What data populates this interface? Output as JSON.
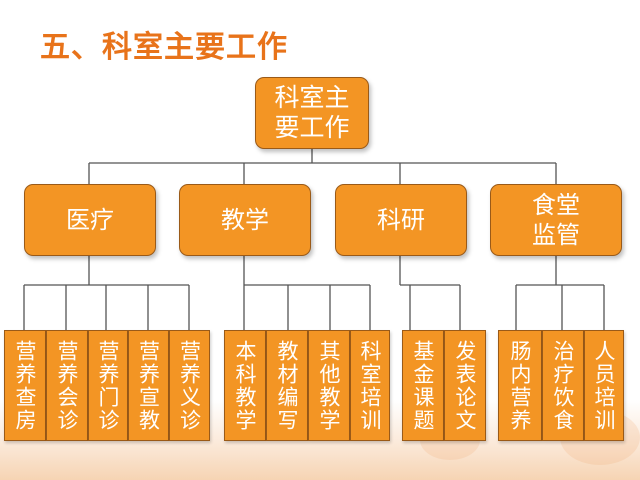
{
  "title": "五、科室主要工作",
  "root": {
    "line1": "科室主",
    "line2": "要工作"
  },
  "branches": [
    {
      "line1": "医疗",
      "line2": ""
    },
    {
      "line1": "教学",
      "line2": ""
    },
    {
      "line1": "科研",
      "line2": ""
    },
    {
      "line1": "食堂",
      "line2": "监管"
    }
  ],
  "leaves": {
    "medical": [
      "营养查房",
      "营养会诊",
      "营养门诊",
      "营养宣教",
      "营养义诊"
    ],
    "teaching": [
      "本科教学",
      "教材编写",
      "其他教学",
      "科室培训"
    ],
    "research": [
      "基金课题",
      "发表论文"
    ],
    "canteen": [
      "肠内营养",
      "治疗饮食",
      "人员培训"
    ]
  },
  "colors": {
    "title": "#e8731a",
    "box_fill": "#f39524",
    "box_border": "#9a5a18",
    "connector": "#555555"
  }
}
